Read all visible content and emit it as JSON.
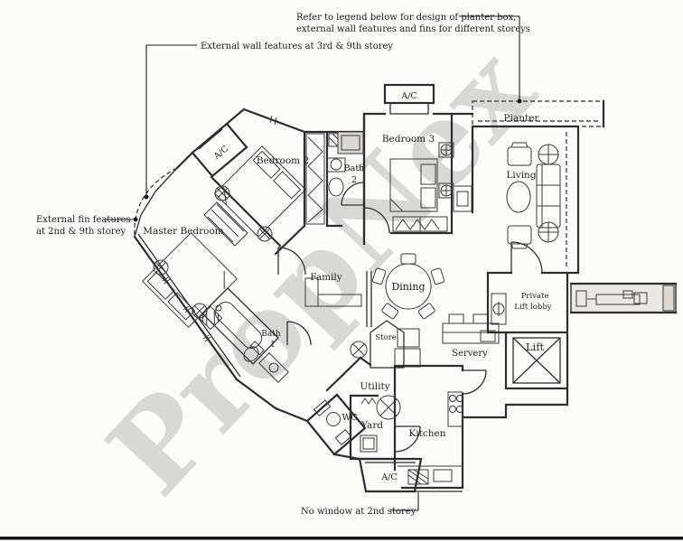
{
  "watermark": "PropNex",
  "notes": {
    "legend_line1": "Refer to legend below for design of planter box,",
    "legend_line2": "external wall features and fins for different storeys",
    "external_wall": "External wall features at 3rd & 9th storey",
    "external_fin_line1": "External fin features",
    "external_fin_line2": "at 2nd & 9th storey",
    "no_window": "No window at 2nd storey"
  },
  "rooms": {
    "master_bedroom": "Master Bedroom",
    "bedroom2": "Bedroom 2",
    "bedroom3": "Bedroom 3",
    "bath1_word": "Bath",
    "bath1_num": "1",
    "bath2_word": "Bath",
    "bath2_num": "2",
    "living": "Living",
    "dining": "Dining",
    "family": "Family",
    "store": "Store",
    "servery": "Servery",
    "lobby_line1": "Private",
    "lobby_line2": "Lift lobby",
    "lift": "Lift",
    "kitchen": "Kitchen",
    "yard": "Yard",
    "utility": "Utility",
    "wc": "WC",
    "planter": "Planter",
    "ac": "A/C"
  },
  "colors": {
    "paper": "#fcfcfb",
    "ink": "#2d2d2d",
    "watermark": "#b5b5b5",
    "corridor_fill": "#ebe8e3",
    "shower_fill": "#dbd8d2"
  }
}
